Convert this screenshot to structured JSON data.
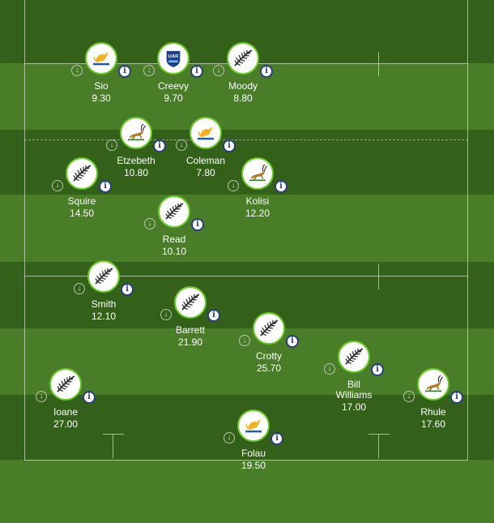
{
  "pitch": {
    "colors": {
      "stripe_dark": "#34611a",
      "stripe_light": "#4a7d27",
      "highlight": "#69cc22",
      "info_navy": "#2a3f7a"
    }
  },
  "players": [
    {
      "name": "Sio",
      "score": "9.30",
      "team": "wallabies",
      "icon": "wallabies-logo-icon"
    },
    {
      "name": "Creevy",
      "score": "9.70",
      "team": "argentina",
      "icon": "uar-crest-icon",
      "badge_text": "UAR"
    },
    {
      "name": "Moody",
      "score": "8.80",
      "team": "all-blacks",
      "icon": "silver-fern-icon"
    },
    {
      "name": "Etzebeth",
      "score": "10.80",
      "team": "springboks",
      "icon": "springbok-icon"
    },
    {
      "name": "Coleman",
      "score": "7.80",
      "team": "wallabies",
      "icon": "wallabies-logo-icon"
    },
    {
      "name": "Squire",
      "score": "14.50",
      "team": "all-blacks",
      "icon": "silver-fern-icon"
    },
    {
      "name": "Kolisi",
      "score": "12.20",
      "team": "springboks",
      "icon": "springbok-icon"
    },
    {
      "name": "Read",
      "score": "10.10",
      "team": "all-blacks",
      "icon": "silver-fern-icon"
    },
    {
      "name": "Smith",
      "score": "12.10",
      "team": "all-blacks",
      "icon": "silver-fern-icon"
    },
    {
      "name": "Barrett",
      "score": "21.90",
      "team": "all-blacks",
      "icon": "silver-fern-icon"
    },
    {
      "name": "Crotty",
      "score": "25.70",
      "team": "all-blacks",
      "icon": "silver-fern-icon"
    },
    {
      "name": "Bill Williams",
      "score": "17.00",
      "team": "all-blacks",
      "icon": "silver-fern-icon"
    },
    {
      "name": "Ioane",
      "score": "27.00",
      "team": "all-blacks",
      "icon": "silver-fern-icon"
    },
    {
      "name": "Rhule",
      "score": "17.60",
      "team": "springboks",
      "icon": "springbok-icon"
    },
    {
      "name": "Folau",
      "score": "19.50",
      "team": "wallabies",
      "icon": "wallabies-logo-icon"
    }
  ],
  "controls": {
    "transfer_glyph": "↓",
    "info_glyph": "i"
  }
}
